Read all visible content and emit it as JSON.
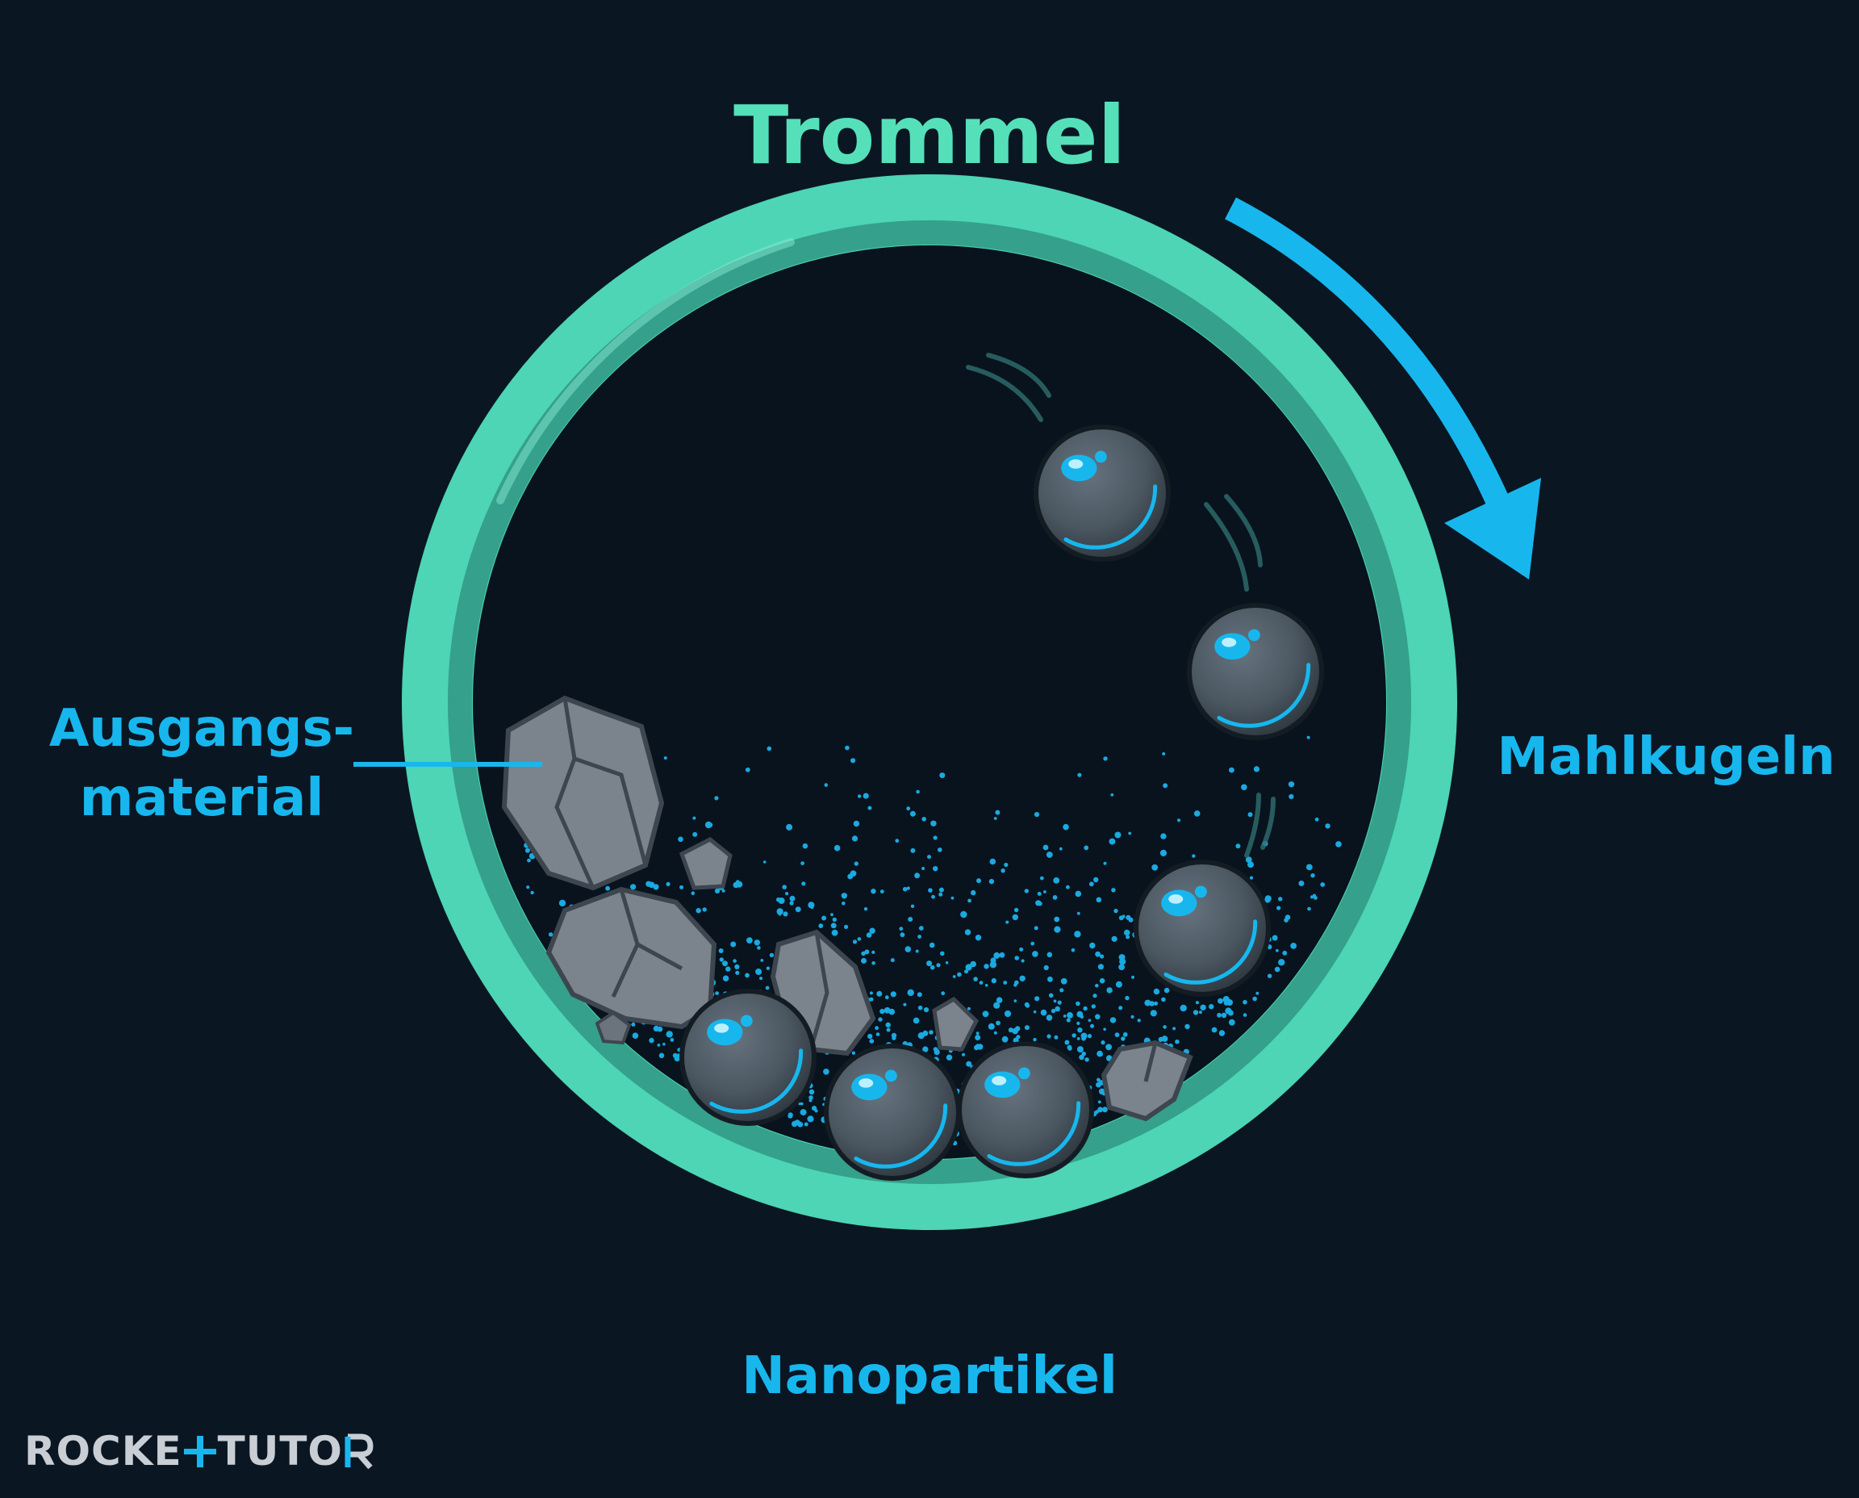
{
  "diagram": {
    "title": "Trommel",
    "label_feed": "Ausgangs-\nmaterial",
    "label_balls": "Mahlkugeln",
    "label_nano": "Nanopartikel"
  },
  "logo": {
    "part1": "ROCKE",
    "part2": "TUTO"
  },
  "colors": {
    "background": "#0b1623",
    "drum": "#4dd5b5",
    "drum_inner": "#35a08b",
    "title": "#55e0b9",
    "accent_blue": "#17b7ee",
    "ball": "#4a5660",
    "rock": "#7b848d",
    "particle": "#1aa9e0",
    "logo_gray": "#c9ced4"
  },
  "icons": {
    "rotation": "clockwise-arrow-icon",
    "ball": "grinding-ball-icon",
    "rock": "rock-chunk-icon"
  },
  "counts": {
    "grinding_balls": 6,
    "rock_chunks": 7
  }
}
